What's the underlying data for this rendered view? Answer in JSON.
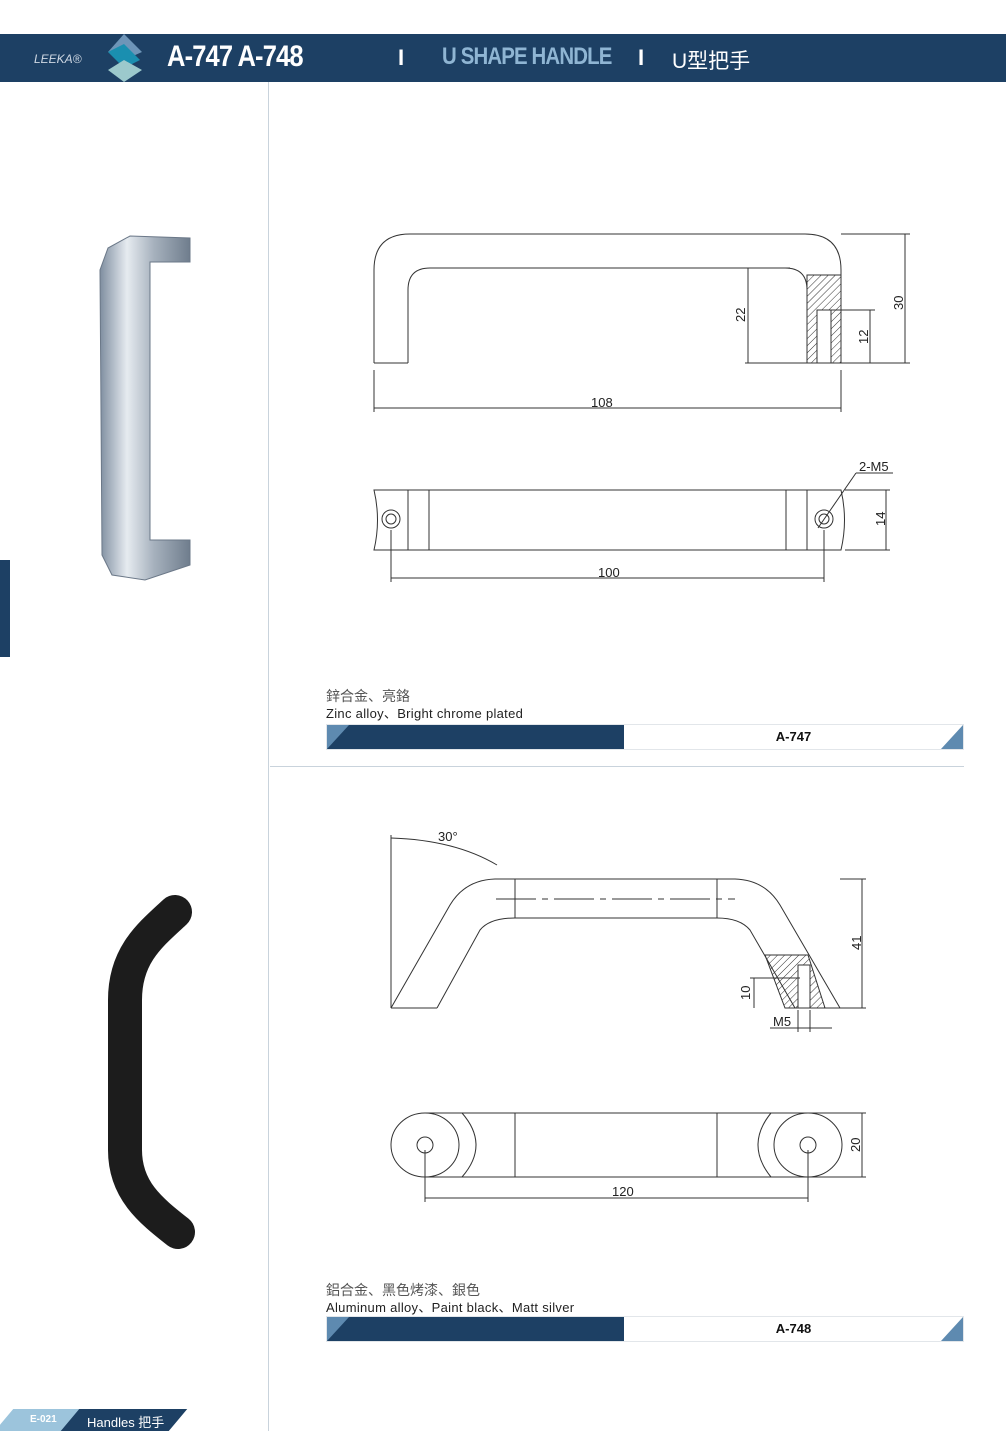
{
  "header": {
    "brand": "LEEKA®",
    "models": "A-747 A-748",
    "separator": "I",
    "title_en": "U SHAPE HANDLE",
    "title_cn": "U型把手"
  },
  "products": [
    {
      "material_cn": "鋅合金、亮鉻",
      "material_en": "Zinc alloy、Bright chrome plated",
      "code": "A-747",
      "dims": {
        "length": "108",
        "inner_height": "22",
        "height": "30",
        "thread_depth": "12",
        "hole_spacing": "100",
        "width": "14",
        "thread": "2-M5"
      }
    },
    {
      "material_cn": "鋁合金、黑色烤漆、銀色",
      "material_en": "Aluminum alloy、Paint black、Matt silver",
      "code": "A-748",
      "dims": {
        "angle": "30°",
        "height": "41",
        "thread_depth": "10",
        "thread": "M5",
        "hole_spacing": "120",
        "width": "20"
      }
    }
  ],
  "footer": {
    "page": "E-021",
    "section": "Handles 把手"
  },
  "colors": {
    "navy": "#1d4064",
    "light_blue": "#9cc4dc",
    "accent": "#5e8ab0"
  }
}
